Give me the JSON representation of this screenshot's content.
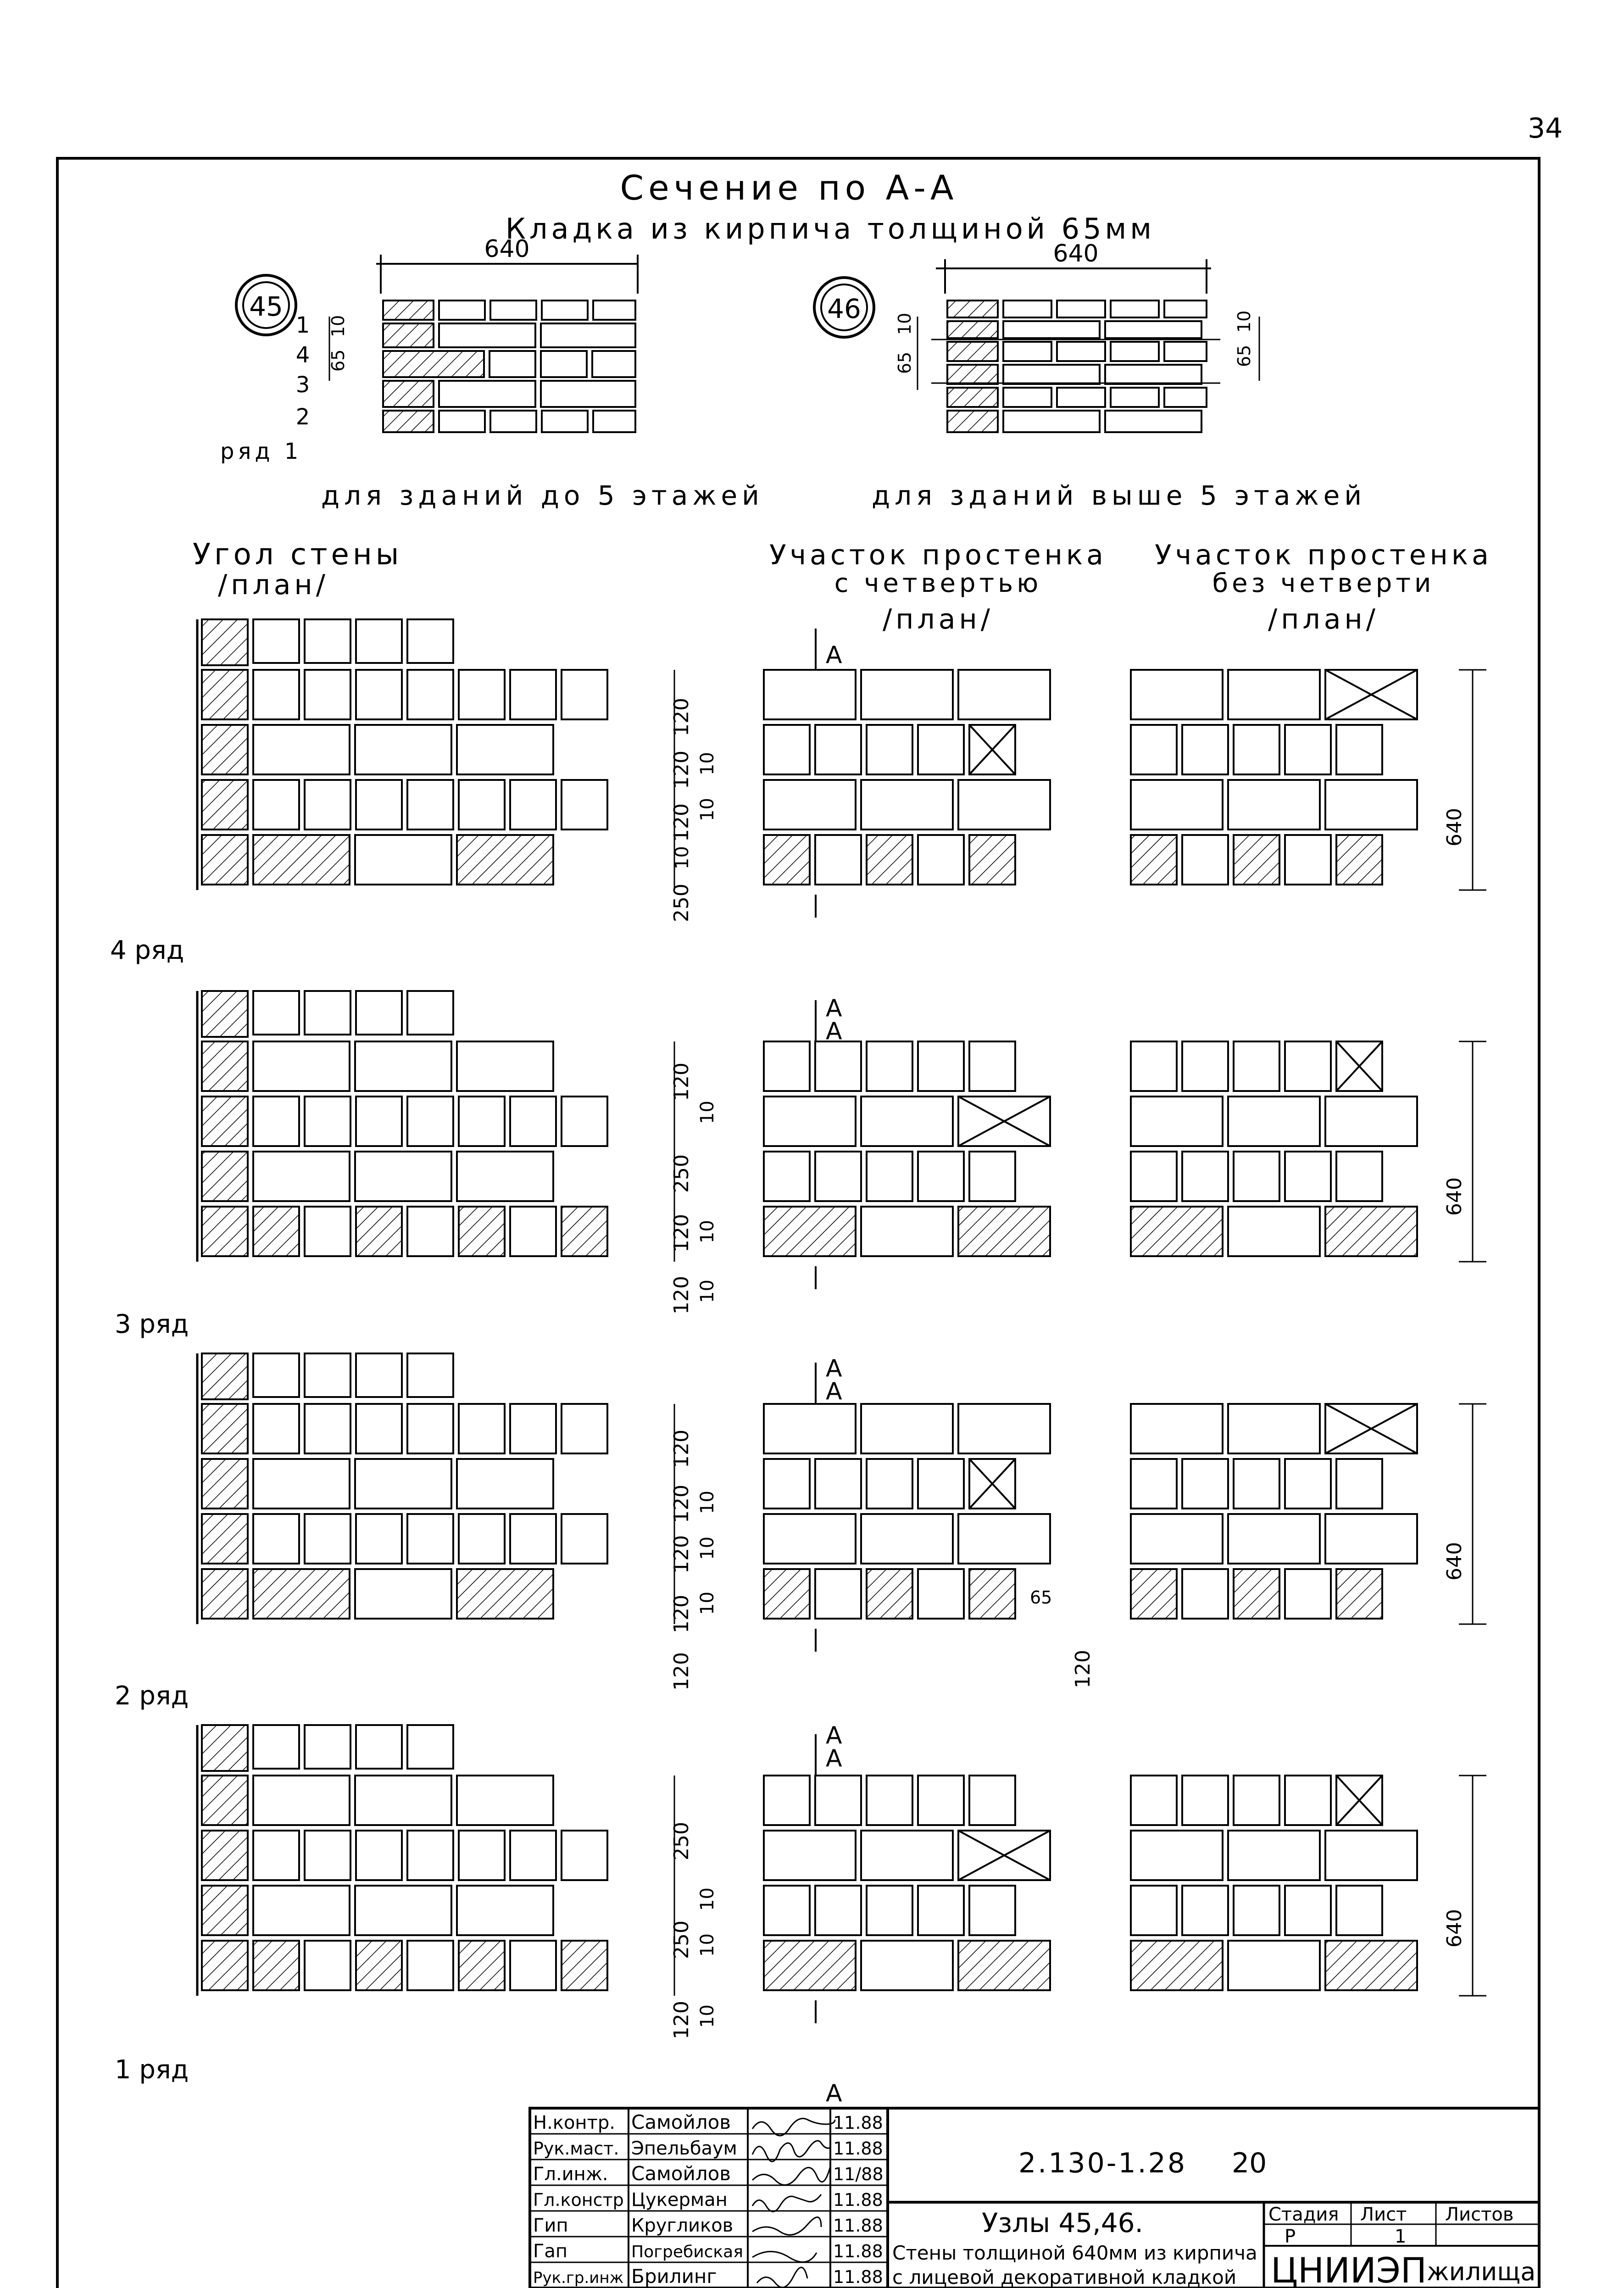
{
  "page_number": "34",
  "section": {
    "title": "Сечение по А-А",
    "subtitle": "Кладка из кирпича толщиной 65мм",
    "detail_45": {
      "marker": "45",
      "width_dim": "640",
      "vdims": [
        "65",
        "10"
      ],
      "row_labels": [
        "1",
        "4",
        "3",
        "2",
        "ряд 1"
      ],
      "caption": "для зданий до 5 этажей"
    },
    "detail_46": {
      "marker": "46",
      "width_dim": "640",
      "vdims_left": [
        "65",
        "10"
      ],
      "vdims_right": [
        "65",
        "10"
      ],
      "caption": "для зданий выше 5 этажей"
    }
  },
  "plans": {
    "corner_title_1": "Угол стены",
    "corner_title_2": "/план/",
    "quarter_title_1": "Участок простенка",
    "quarter_title_2": "с четвертью",
    "quarter_title_3": "/план/",
    "noquarter_title_1": "Участок простенка",
    "noquarter_title_2": "без четверти",
    "noquarter_title_3": "/план/",
    "section_mark": "А",
    "row4": {
      "label": "4 ряд",
      "dims": [
        "120",
        "120",
        "10",
        "120",
        "10",
        "10",
        "250"
      ],
      "width": "640"
    },
    "row3": {
      "label": "3 ряд",
      "dims": [
        "120",
        "10",
        "250",
        "120",
        "10",
        "120",
        "10"
      ],
      "width": "640"
    },
    "row2": {
      "label": "2 ряд",
      "dims": [
        "120",
        "120",
        "10",
        "120",
        "10",
        "120",
        "10",
        "120"
      ],
      "extra_dims": [
        "65",
        "120"
      ],
      "width": "640"
    },
    "row1": {
      "label": "1 ряд",
      "dims": [
        "250",
        "10",
        "250",
        "10",
        "120",
        "10"
      ],
      "width": "640"
    }
  },
  "title_block": {
    "roles": [
      "Н.контр.",
      "Рук.маст.",
      "Гл.инж.",
      "Гл.констр",
      "Гип",
      "Гап",
      "Рук.гр.инж"
    ],
    "names": [
      "Самойлов",
      "Эпельбаум",
      "Самойлов",
      "Цукерман",
      "Кругликов",
      "Погребиская",
      "Брилинг"
    ],
    "dates": [
      "11.88",
      "11.88",
      "11/88",
      "11.88",
      "11.88",
      "11.88",
      "11.88"
    ],
    "doc_code": "2.130-1.28",
    "doc_num": "20",
    "title_1": "Узлы 45,46.",
    "title_2": "Стены толщиной 640мм из кирпича",
    "title_3": "с лицевой декоративной кладкой",
    "stage_label": "Стадия",
    "sheet_label": "Лист",
    "sheets_label": "Листов",
    "stage": "Р",
    "sheet": "1",
    "org_1": "ЦНИИЭП",
    "org_2": "жилища"
  }
}
